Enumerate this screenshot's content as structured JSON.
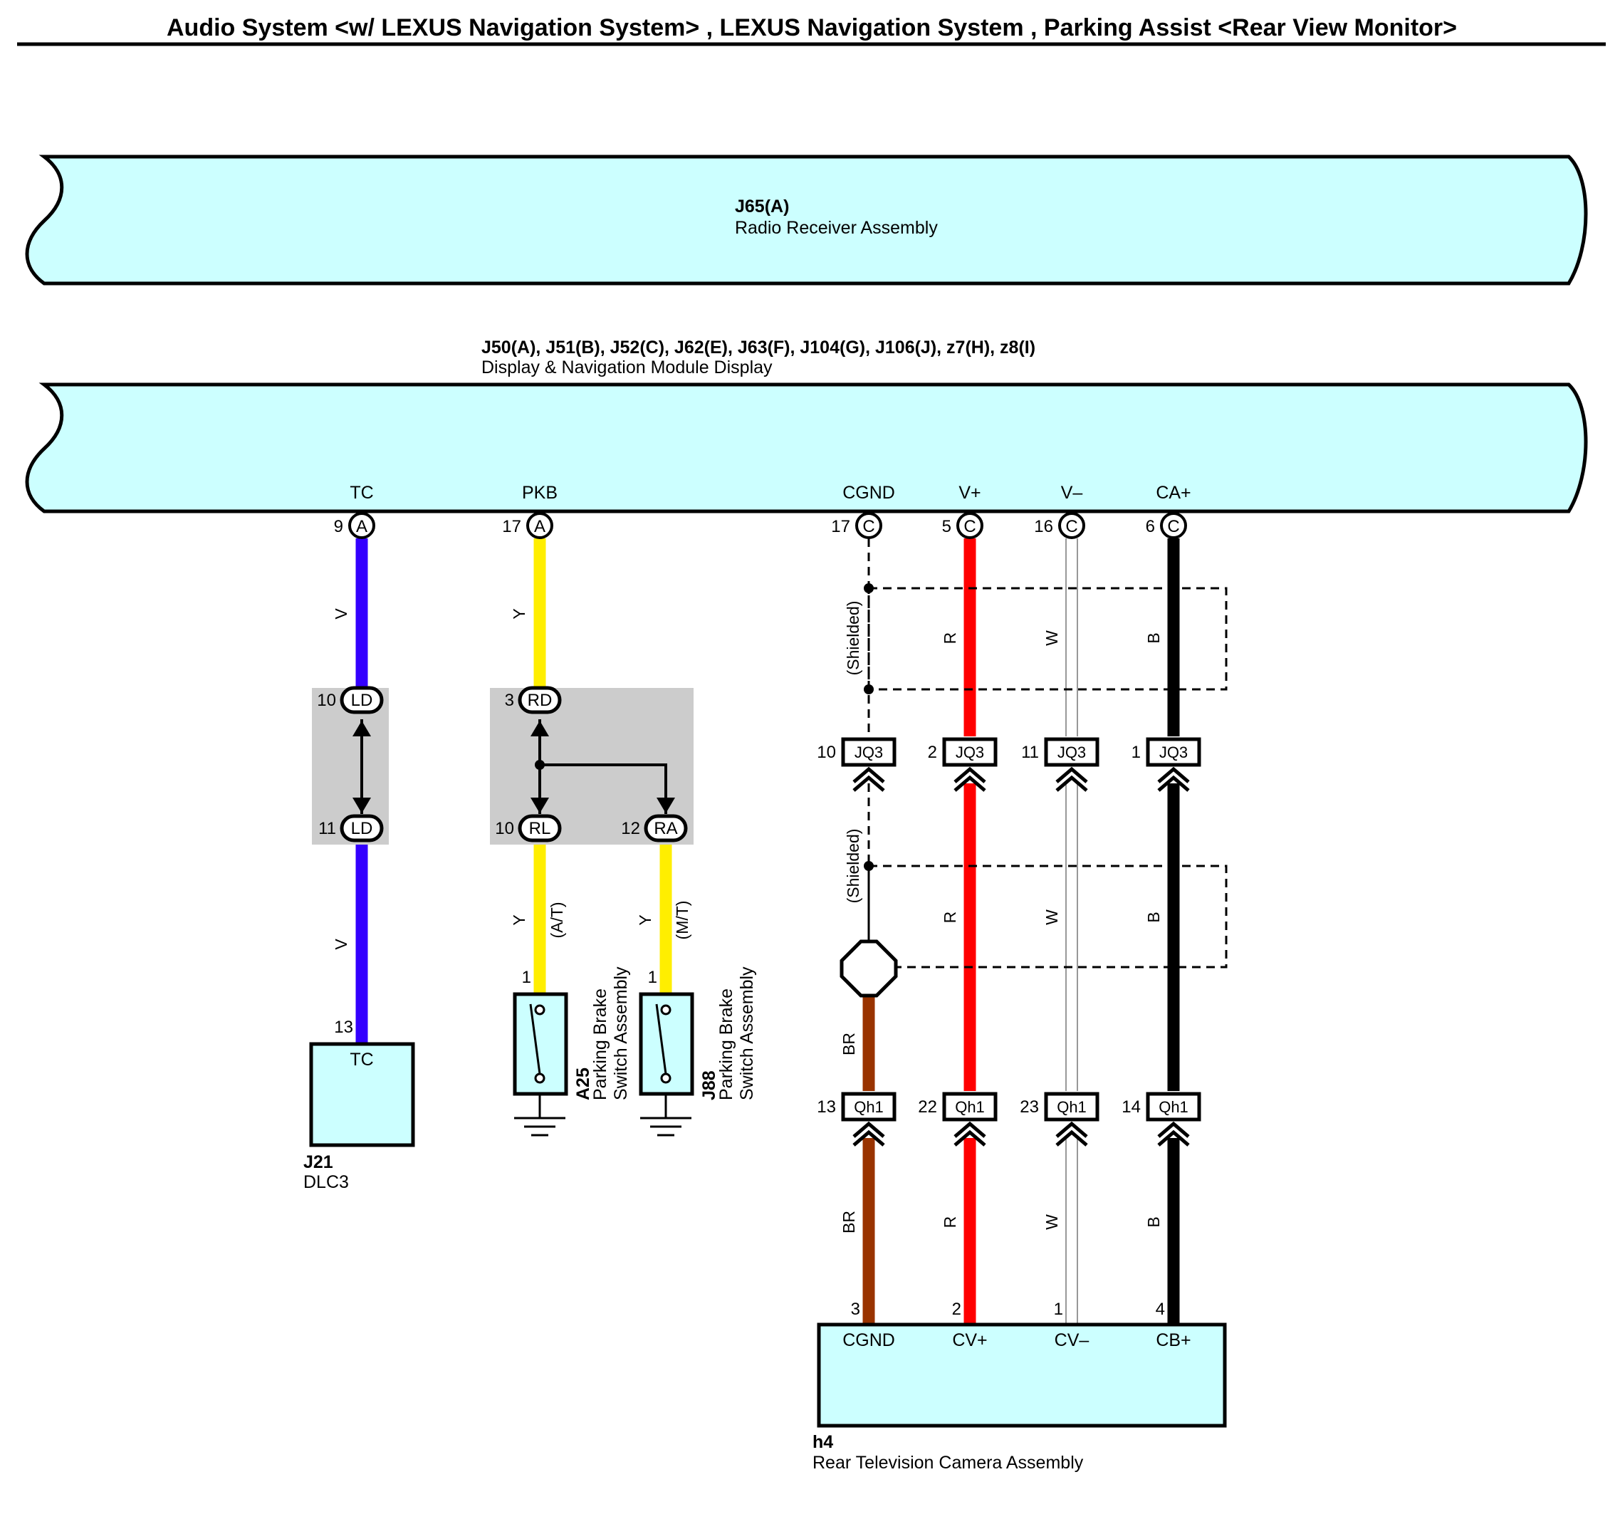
{
  "title": "Audio System <w/ LEXUS Navigation System> , LEXUS Navigation System , Parking Assist <Rear View Monitor>",
  "components": {
    "radio_receiver": {
      "id": "J65(A)",
      "name": "Radio Receiver Assembly"
    },
    "display_module": {
      "id": "J50(A), J51(B), J52(C), J62(E), J63(F), J104(G), J106(J), z7(H), z8(I)",
      "name": "Display & Navigation Module Display"
    },
    "dlc3": {
      "id": "J21",
      "name": "DLC3",
      "pin": "13",
      "terminal": "TC"
    },
    "parking_brake_at": {
      "id": "A25",
      "name_line1": "Parking Brake",
      "name_line2": "Switch Assembly",
      "pin": "1",
      "note": "(A/T)"
    },
    "parking_brake_mt": {
      "id": "J88",
      "name_line1": "Parking Brake",
      "name_line2": "Switch Assembly",
      "pin": "1",
      "note": "(M/T)"
    },
    "rear_camera": {
      "id": "h4",
      "name": "Rear Television Camera Assembly"
    }
  },
  "module_terminals": [
    {
      "signal": "TC",
      "pin": "9",
      "connector": "A"
    },
    {
      "signal": "PKB",
      "pin": "17",
      "connector": "A"
    },
    {
      "signal": "CGND",
      "pin": "17",
      "connector": "C"
    },
    {
      "signal": "V+",
      "pin": "5",
      "connector": "C"
    },
    {
      "signal": "V–",
      "pin": "16",
      "connector": "C"
    },
    {
      "signal": "CA+",
      "pin": "6",
      "connector": "C"
    }
  ],
  "junctions": {
    "ld_top": {
      "pin": "10",
      "label": "LD"
    },
    "ld_bottom": {
      "pin": "11",
      "label": "LD"
    },
    "rd": {
      "pin": "3",
      "label": "RD"
    },
    "rl": {
      "pin": "10",
      "label": "RL"
    },
    "ra": {
      "pin": "12",
      "label": "RA"
    }
  },
  "jq3_connectors": [
    {
      "pin": "10",
      "label": "JQ3"
    },
    {
      "pin": "2",
      "label": "JQ3"
    },
    {
      "pin": "11",
      "label": "JQ3"
    },
    {
      "pin": "1",
      "label": "JQ3"
    }
  ],
  "qh1_connectors": [
    {
      "pin": "13",
      "label": "Qh1"
    },
    {
      "pin": "22",
      "label": "Qh1"
    },
    {
      "pin": "23",
      "label": "Qh1"
    },
    {
      "pin": "14",
      "label": "Qh1"
    }
  ],
  "camera_terminals": [
    {
      "signal": "CGND",
      "pin": "3"
    },
    {
      "signal": "CV+",
      "pin": "2"
    },
    {
      "signal": "CV–",
      "pin": "1"
    },
    {
      "signal": "CB+",
      "pin": "4"
    }
  ],
  "wire_codes": {
    "tc_upper": "V",
    "tc_lower": "V",
    "pkb_upper": "Y",
    "pkb_at": "Y",
    "pkb_mt": "Y",
    "shield_upper_label": "(Shielded)",
    "shield_lower_label": "(Shielded)",
    "vplus_upper": "R",
    "vminus_upper": "W",
    "caplus_upper": "B",
    "vplus_mid": "R",
    "vminus_mid": "W",
    "caplus_mid": "B",
    "cgnd_mid": "BR",
    "cgnd_lower": "BR",
    "vplus_lower": "R",
    "vminus_lower": "W",
    "caplus_lower": "B"
  },
  "colors": {
    "component_fill": "#ccffff",
    "junction_block_fill": "#cccccc",
    "wire_violet": "#3300ff",
    "wire_yellow": "#ffee00",
    "wire_red": "#ff0000",
    "wire_black": "#000000",
    "wire_brown": "#993300",
    "wire_white": "#ffffff"
  }
}
